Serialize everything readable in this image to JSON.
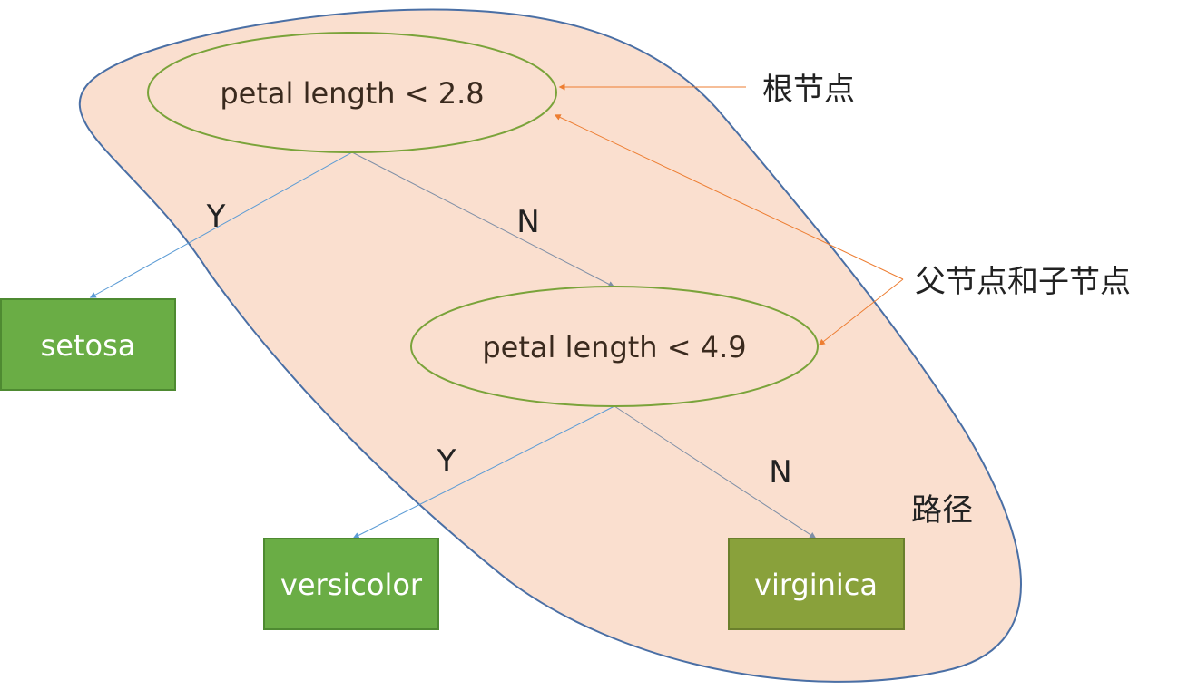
{
  "tree": {
    "root": {
      "label": "petal length < 2.8"
    },
    "internal": {
      "label": "petal length < 4.9"
    },
    "leaves": {
      "setosa": "setosa",
      "versicolor": "versicolor",
      "virginica": "virginica"
    },
    "edges": {
      "root_yes": "Y",
      "root_no": "N",
      "internal_yes": "Y",
      "internal_no": "N"
    }
  },
  "annotations": {
    "root_node": "根节点",
    "parent_child": "父节点和子节点",
    "path": "路径"
  },
  "colors": {
    "path_fill": "#fadfcf",
    "path_stroke": "#4a6fa5",
    "node_fill": "#fadfcf",
    "node_stroke": "#7aa33a",
    "leaf_green": "#6aad45",
    "leaf_olive": "#89a13b",
    "edge_line": "#7f8fa6",
    "edge_blue": "#5b9bd5",
    "annotation_arrow": "#ed7d31"
  }
}
